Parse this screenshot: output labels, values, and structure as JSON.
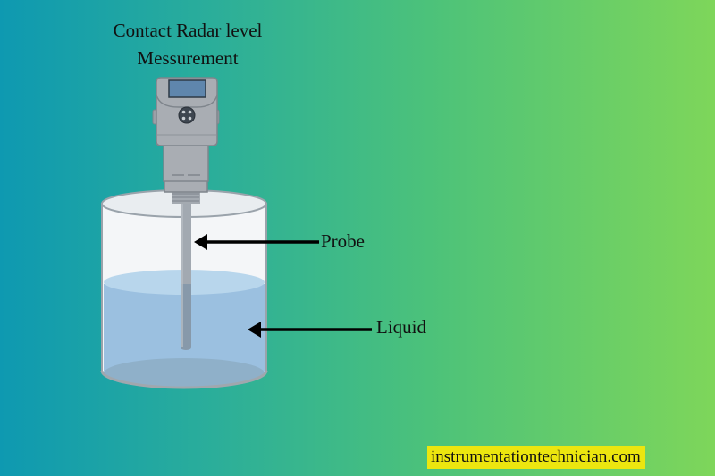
{
  "title": {
    "line1": "Contact Radar level",
    "line2": "Messurement"
  },
  "labels": {
    "probe": "Probe",
    "liquid": "Liquid"
  },
  "watermark": "instrumentationtechnician.com",
  "colors": {
    "background_left": "#0e99b1",
    "background_right": "#7ed65a",
    "transmitter_body": "#a9adb3",
    "transmitter_outline": "#7f858c",
    "display_screen": "#5f86ad",
    "liquid": "#9bc0e0",
    "liquid_surface": "#b8d6ec",
    "watermark_bg": "#ece60f",
    "arrow": "#000000"
  }
}
